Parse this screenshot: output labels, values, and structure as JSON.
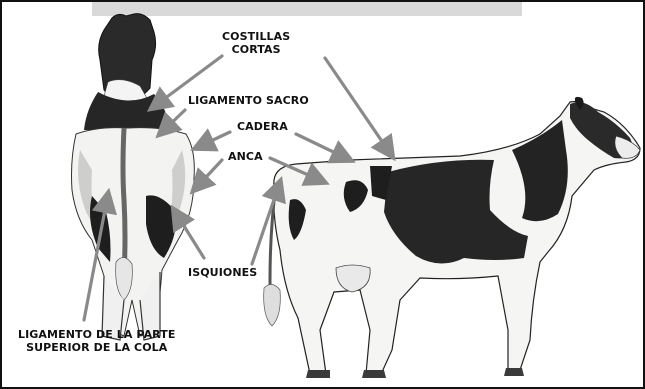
{
  "labels": {
    "costillas_cortas": [
      "COSTILLAS",
      "CORTAS"
    ],
    "ligamento_sacro": "LIGAMENTO SACRO",
    "cadera": "CADERA",
    "anca": "ANCA",
    "isquiones": "ISQUIONES",
    "ligamento_cola": [
      "LIGAMENTO DE LA PARTE",
      "SUPERIOR DE LA COLA"
    ]
  },
  "colors": {
    "arrow": "#8a8a8a",
    "ink": "#111111",
    "spot": "#1f1f1f",
    "topbar": "#d9d9d9"
  }
}
